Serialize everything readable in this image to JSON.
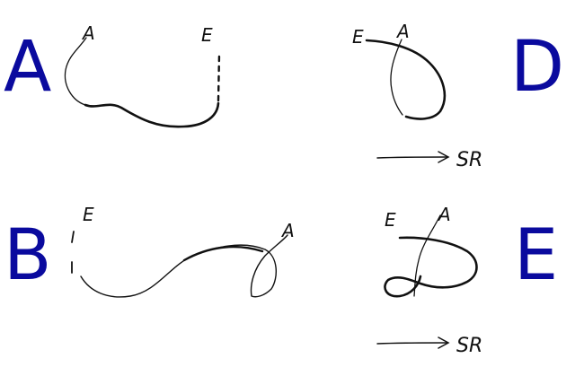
{
  "panels": [
    {
      "id": "A",
      "big_label": "A",
      "start_label": "A",
      "end_label": "E"
    },
    {
      "id": "B",
      "big_label": "B",
      "start_label": "E",
      "end_label": "A"
    },
    {
      "id": "D",
      "big_label": "D",
      "start_label": "E",
      "end_label": "A",
      "arrow_label": "SR"
    },
    {
      "id": "E",
      "big_label": "E",
      "start_label": "E",
      "end_label": "A",
      "arrow_label": "SR"
    }
  ],
  "colors": {
    "big_label": "#0a0a9e",
    "stroke": "#111111"
  }
}
